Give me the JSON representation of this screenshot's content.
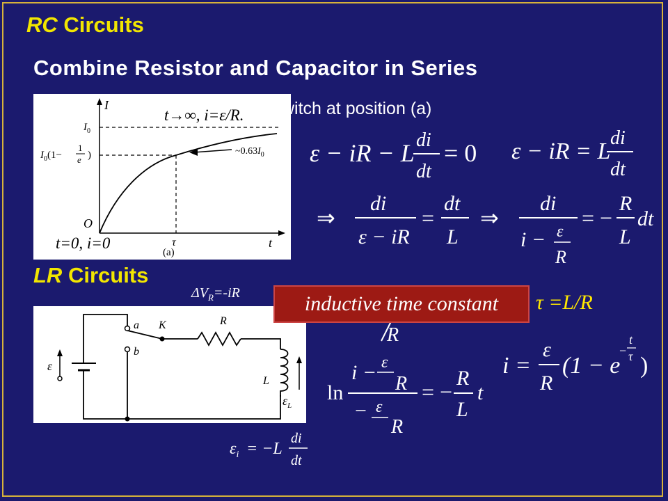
{
  "slide": {
    "title_rc_letters": "RC",
    "title_rc_word": "Circuits",
    "subtitle": "Combine Resistor and Capacitor in Series",
    "switch_text": "witch at position (a)",
    "lr_letters": "LR",
    "lr_word": "Circuits",
    "banner": "inductive time constant",
    "tau_expr": "τ =L/R",
    "dv_label": "ΔV",
    "dv_sub": "R",
    "dv_rest": "=-iR"
  },
  "graph": {
    "asymptote_label": "t→∞, i=ε/R.",
    "origin_label": "t=0, i=0",
    "axis_i": "I",
    "axis_t": "t",
    "origin": "O",
    "i0": "I",
    "i0_sub": "0",
    "tick_tau": "τ",
    "caption": "(a)",
    "marker": "~0.63",
    "marker_i": "I",
    "marker_sub": "0",
    "ylabel_left": "I",
    "ylabel_mid": "0",
    "ylabel_paren": "(1−",
    "ylabel_frac_top": "1",
    "ylabel_frac_bot": "e",
    "ylabel_close": ")"
  },
  "circuit": {
    "emf": "ε",
    "switch": "K",
    "resistor": "R",
    "inductor": "L",
    "node_a": "a",
    "node_b": "b",
    "emf_l": "ε",
    "emf_l_sub": "L"
  },
  "equations": {
    "eq1_lhs": "ε − iR − L",
    "eq1_rhs": "= 0",
    "eq2_lhs": "ε − iR = L",
    "d_i": "di",
    "d_t": "dt",
    "implies": "⇒",
    "eq3_den": "ε − iR",
    "eq3_rhs_den": "L",
    "eq4_rhs": "= −",
    "eq4_R": "R",
    "eq4_L": "L",
    "eq4_dt": "dt",
    "ln": "ln",
    "minus": "−",
    "eps": "ε",
    "i_minus": "i −",
    "R": "R",
    "L": "L",
    "t": "t",
    "i_eq": "i =",
    "one_minus_e": "(1 − e",
    "close_paren": ")",
    "exp_t": "t",
    "exp_tau": "τ",
    "emf_label": "ε",
    "emf_sub": "i",
    "emf_eq": "= −L"
  }
}
